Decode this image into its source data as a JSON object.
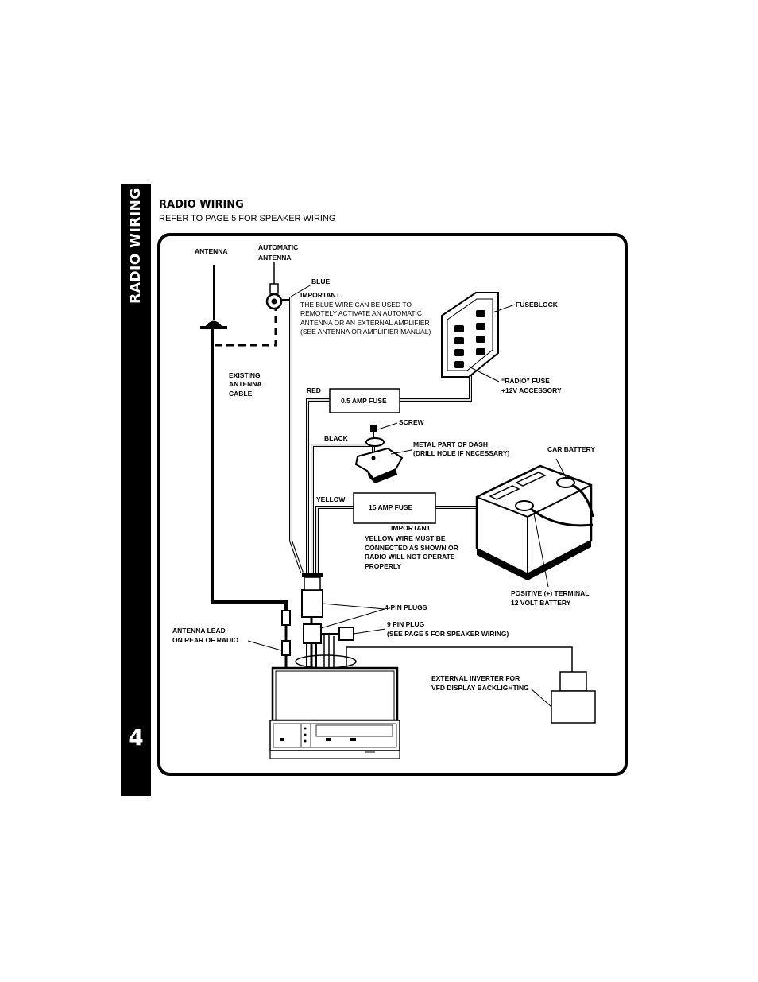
{
  "sidebar": {
    "section_title": "RADIO WIRING",
    "page_number": "4"
  },
  "header": {
    "title": "RADIO WIRING",
    "subtitle": "REFER TO PAGE 5 FOR SPEAKER WIRING"
  },
  "labels": {
    "antenna": "ANTENNA",
    "automatic_antenna_1": "AUTOMATIC",
    "automatic_antenna_2": "ANTENNA",
    "blue": "BLUE",
    "important_1": "IMPORTANT",
    "important_1_line1": "THE BLUE  WIRE CAN BE USED TO",
    "important_1_line2": "REMOTELY ACTIVATE AN AUTOMATIC",
    "important_1_line3": "ANTENNA OR AN EXTERNAL AMPLIFIER",
    "important_1_line4": "(SEE ANTENNA OR AMPLIFIER MANUAL)",
    "fuseblock": "FUSEBLOCK",
    "existing_1": "EXISTING",
    "existing_2": "ANTENNA",
    "existing_3": "CABLE",
    "red": "RED",
    "half_amp_fuse": "0.5 AMP FUSE",
    "radio_fuse_1": "“RADIO” FUSE",
    "radio_fuse_2": "+12V ACCESSORY",
    "screw": "SCREW",
    "black": "BLACK",
    "metal_1": "METAL PART OF DASH",
    "metal_2": "(DRILL HOLE IF NECESSARY)",
    "car_battery": "CAR BATTERY",
    "yellow": "YELLOW",
    "fifteen_amp_fuse": "15 AMP FUSE",
    "important_2": "IMPORTANT",
    "important_2_line1": "YELLOW  WIRE  MUST  BE",
    "important_2_line2": "CONNECTED AS SHOWN OR",
    "important_2_line3": "RADIO WILL NOT OPERATE",
    "important_2_line4": "PROPERLY",
    "positive_1": "POSITIVE (+) TERMINAL",
    "positive_2": "12 VOLT BATTERY",
    "four_pin": "4-PIN PLUGS",
    "nine_pin_1": "9 PIN PLUG",
    "nine_pin_2": "(SEE PAGE 5 FOR SPEAKER WIRING)",
    "antenna_lead_1": "ANTENNA LEAD",
    "antenna_lead_2": "ON REAR OF RADIO",
    "inverter_1": "EXTERNAL INVERTER FOR",
    "inverter_2": "VFD DISPLAY BACKLIGHTING"
  }
}
